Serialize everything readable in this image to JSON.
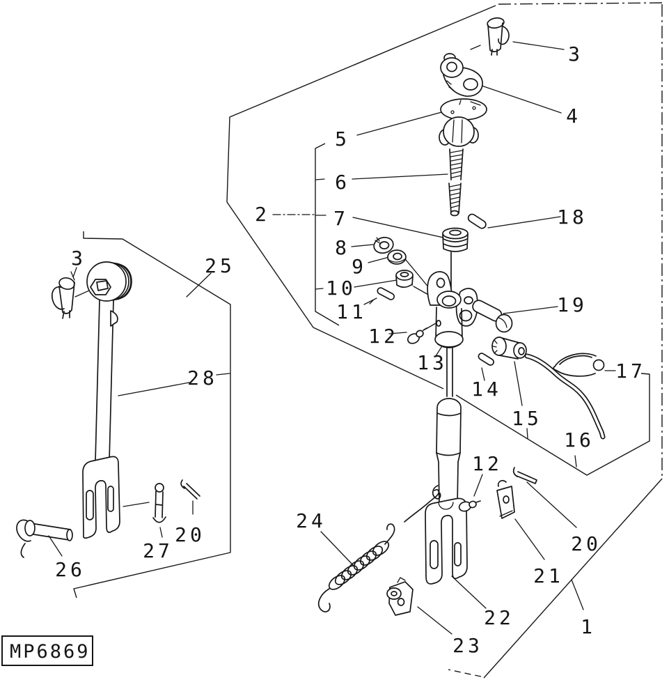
{
  "stamp": {
    "code": "MP6869"
  },
  "callouts": {
    "c1": "1",
    "c2": "2",
    "c3_top": "3",
    "c3_left": "3",
    "c4": "4",
    "c5": "5",
    "c6": "6",
    "c7": "7",
    "c8": "8",
    "c9": "9",
    "c10": "10",
    "c11": "11",
    "c12_upper": "12",
    "c12_lower": "12",
    "c13": "13",
    "c14": "14",
    "c15": "15",
    "c16": "16",
    "c17": "17",
    "c18": "18",
    "c19": "19",
    "c20_left": "20",
    "c20_right": "20",
    "c21": "21",
    "c22": "22",
    "c23": "23",
    "c24": "24",
    "c25": "25",
    "c26": "26",
    "c27": "27",
    "c28": "28"
  }
}
